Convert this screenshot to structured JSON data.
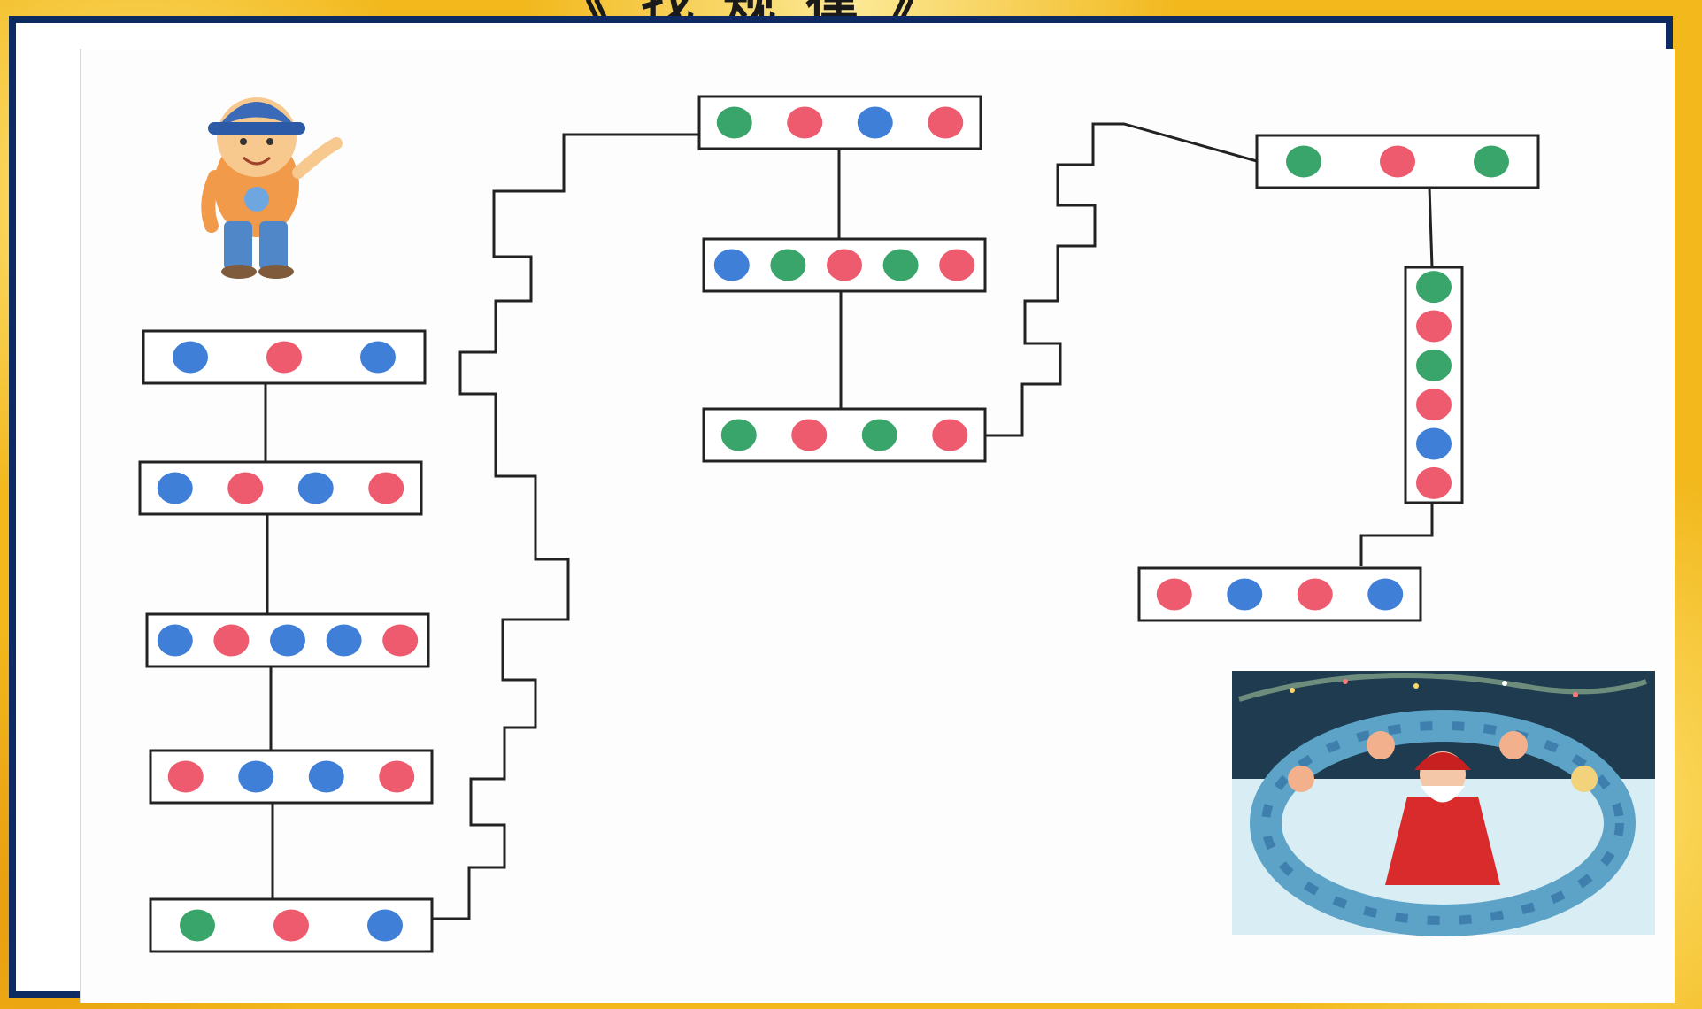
{
  "title_fragment": "《 找 规 律 》",
  "colors": {
    "red": "#ee5a6e",
    "blue": "#3f7fd8",
    "green": "#3aa56a",
    "frame": "#0d2a63",
    "background": "#f2b81c",
    "line": "#222222"
  },
  "left_column": [
    [
      "blue",
      "red",
      "blue"
    ],
    [
      "blue",
      "red",
      "blue",
      "red"
    ],
    [
      "blue",
      "red",
      "blue",
      "blue",
      "red"
    ],
    [
      "red",
      "blue",
      "blue",
      "red"
    ],
    [
      "green",
      "red",
      "blue"
    ]
  ],
  "middle_column": [
    [
      "green",
      "red",
      "blue",
      "red"
    ],
    [
      "blue",
      "green",
      "red",
      "green",
      "red"
    ],
    [
      "green",
      "red",
      "green",
      "red"
    ]
  ],
  "right_top": [
    "green",
    "red",
    "green"
  ],
  "right_vertical": [
    "green",
    "red",
    "green",
    "red",
    "blue",
    "red"
  ],
  "right_bottom": [
    "red",
    "blue",
    "red",
    "blue"
  ],
  "illustrations": [
    "cartoon-boy",
    "santa-with-children-circle"
  ]
}
